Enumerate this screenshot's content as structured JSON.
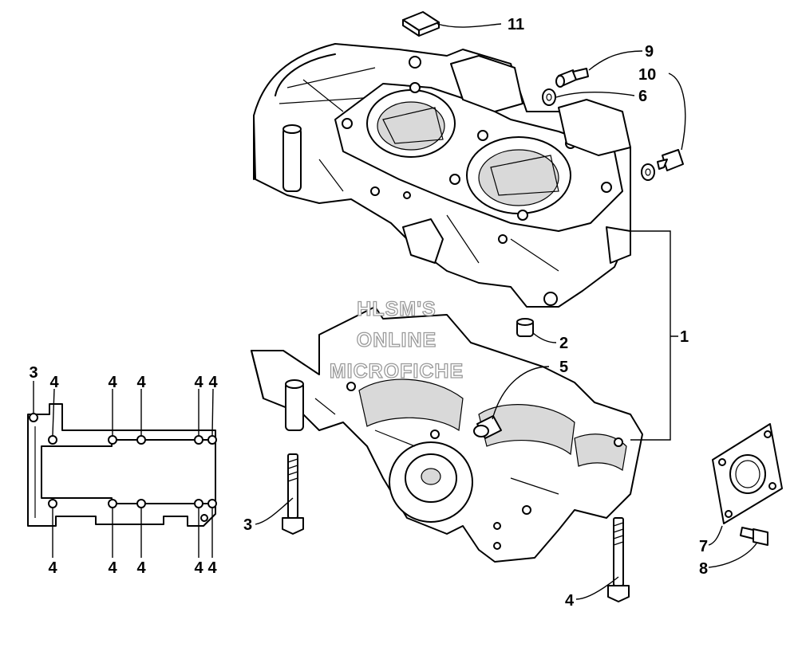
{
  "watermark": {
    "lines": [
      "HLSM'S",
      "ONLINE",
      "MICROFICHE"
    ]
  },
  "callouts": {
    "c11": "11",
    "c9": "9",
    "c10": "10",
    "c6": "6",
    "c1": "1",
    "c2": "2",
    "c5": "5",
    "c3_bolt": "3",
    "c4_bolt": "4",
    "c7": "7",
    "c8": "8"
  },
  "bolt_pattern": {
    "top_left": "3",
    "top": [
      "4",
      "4",
      "4",
      "4",
      "4"
    ],
    "bottom": [
      "4",
      "4",
      "4",
      "4",
      "4"
    ]
  },
  "colors": {
    "line": "#000000",
    "shade": "#d9d9d9",
    "watermark_outline": "#9a9a9a",
    "background": "#ffffff"
  }
}
